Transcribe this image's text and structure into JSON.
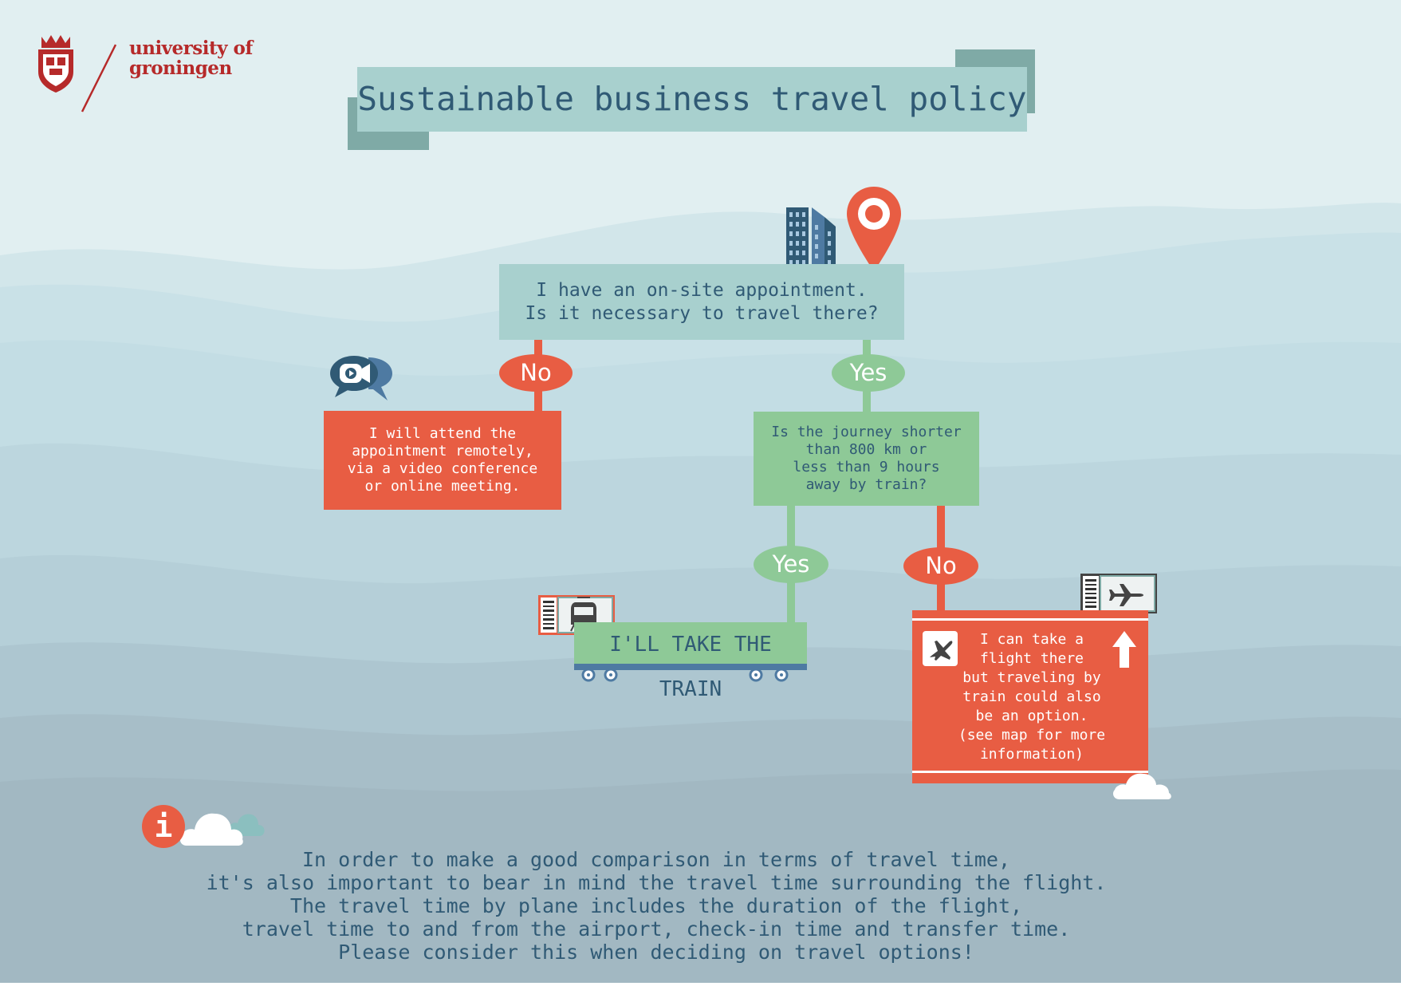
{
  "logo": {
    "line1": "university of",
    "line2": "groningen"
  },
  "title": "Sustainable business travel policy",
  "question1": {
    "line1": "I have an on-site appointment.",
    "line2": "Is it necessary to travel there?"
  },
  "branch_no_1": "No",
  "branch_yes_1": "Yes",
  "remote": {
    "line1": "I will attend the",
    "line2": "appointment remotely,",
    "line3": "via a video conference",
    "line4": "or online meeting."
  },
  "question2": {
    "line1": "Is the journey shorter",
    "line2": "than 800 km or",
    "line3": "less than 9 hours",
    "line4": "away by train?"
  },
  "branch_yes_2": "Yes",
  "branch_no_2": "No",
  "train_label": "I'LL TAKE THE TRAIN",
  "flight": {
    "line1": "I can take a",
    "line2": "flight there",
    "line3": "but traveling by",
    "line4": "train could also",
    "line5": "be an option.",
    "line6": "(see map for more",
    "line7": "information)"
  },
  "info_icon": "i",
  "info": {
    "line1": "In order to make a good comparison in terms of travel time,",
    "line2": "it's also important to bear in mind the travel time surrounding the flight.",
    "line3": "The travel time by plane includes the duration of the flight,",
    "line4": "travel time to and from the airport, check-in time and transfer time.",
    "line5": "Please consider this when deciding on travel options!"
  },
  "colors": {
    "orange": "#e85d43",
    "green": "#8ec997",
    "teal": "#a8d0ce",
    "navy": "#305a75",
    "brand_red": "#b62a2a"
  },
  "icons": [
    "university-crest-icon",
    "office-building-icon",
    "location-pin-icon",
    "video-call-icon",
    "train-ticket-icon",
    "plane-ticket-icon",
    "airplane-icon",
    "arrow-up-icon",
    "cloud-icon",
    "info-icon"
  ]
}
